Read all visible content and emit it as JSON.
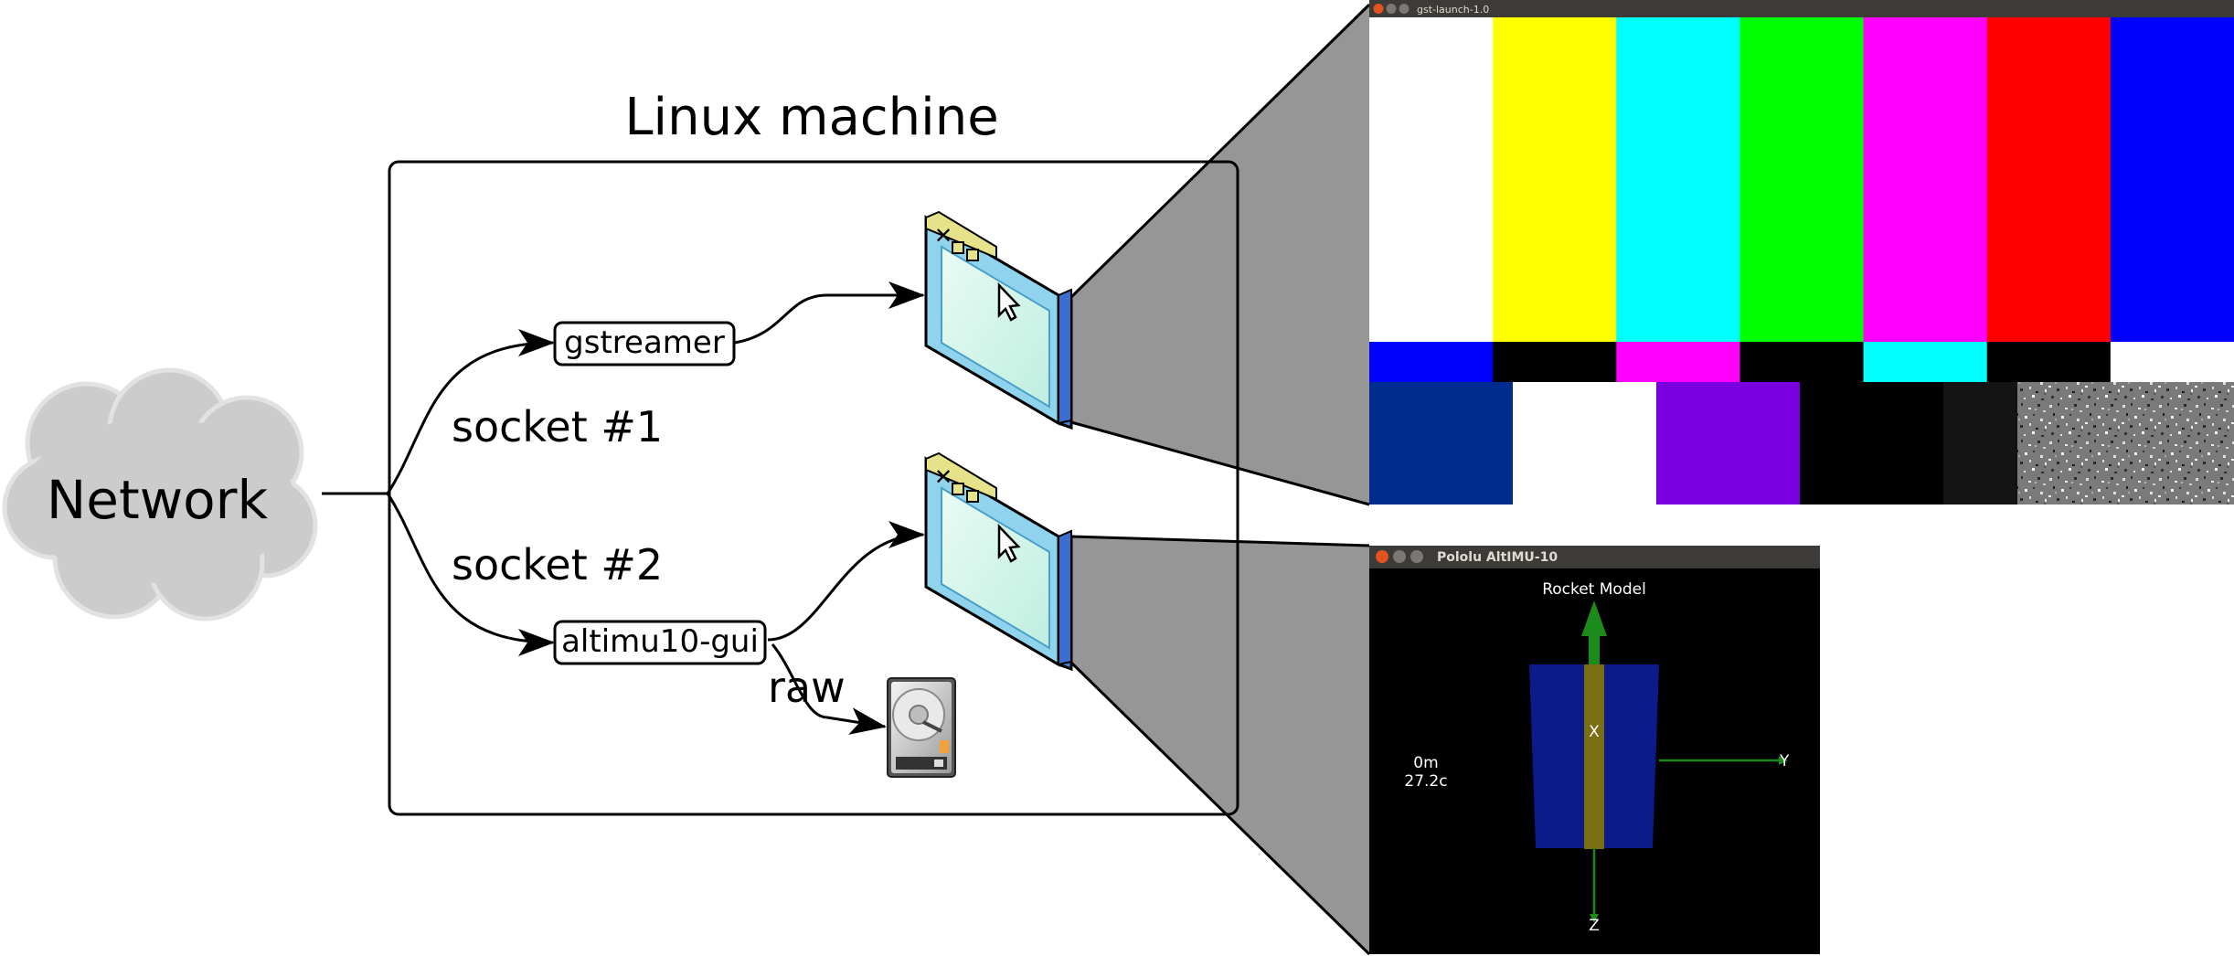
{
  "diagram": {
    "title": "Linux machine",
    "network_label": "Network",
    "socket1_label": "socket #1",
    "socket2_label": "socket #2",
    "gstreamer_label": "gstreamer",
    "altimu_label": "altimu10-gui",
    "raw_label": "raw"
  },
  "gst_window": {
    "title": "gst-launch-1.0",
    "top_bar_colors": [
      "#ffffff",
      "#ffff00",
      "#00ffff",
      "#00ff00",
      "#ff00ff",
      "#ff0000",
      "#0000ff"
    ],
    "mid_bar_colors": [
      "#0000ff",
      "#000000",
      "#ff00ff",
      "#000000",
      "#00ffff",
      "#000000",
      "#ffffff"
    ],
    "bottom_bar_colors": [
      "#002b8f",
      "#ffffff",
      "#7b00e0",
      "#000000",
      "#141414"
    ]
  },
  "altimu_window": {
    "title": "Pololu AltIMU-10",
    "model_title": "Rocket Model",
    "altitude": "0m",
    "temperature": "27.2c",
    "axis_x": "X",
    "axis_y": "Y",
    "axis_z": "Z"
  },
  "colors": {
    "cloud": "#cccccc",
    "zoom_shade": "#969696",
    "window_title_bar": "#3c3b37",
    "close_button": "#e3531f",
    "rocket_body": "#0c1a8c",
    "rocket_core": "#7a6e12",
    "axis_green": "#1c8a1c"
  }
}
